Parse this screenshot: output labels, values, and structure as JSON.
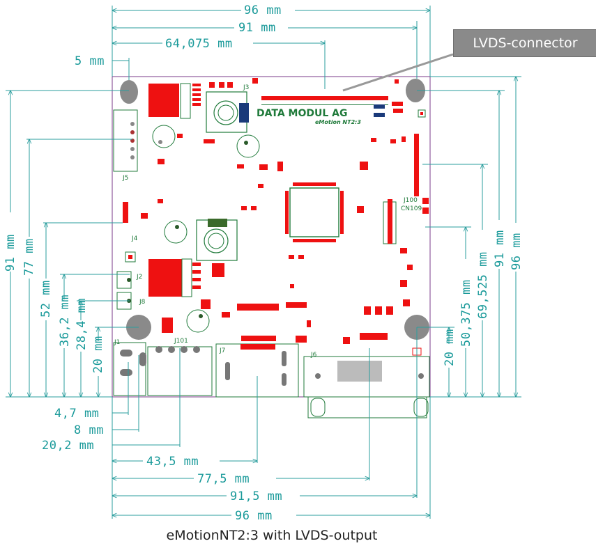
{
  "caption": "eMotionNT2:3 with LVDS-output",
  "callout": "LVDS-connector",
  "board": {
    "company": "DATA MODUL AG",
    "product": "eMotion NT2:3",
    "labels": {
      "j1": "J1",
      "j2": "J2",
      "j3": "J3",
      "j4": "J4",
      "j5": "J5",
      "j6": "J6",
      "j7": "J7",
      "j8": "J8",
      "j100": "J100",
      "j101": "J101",
      "cn109": "CN109"
    }
  },
  "dimensions": {
    "top": {
      "d96": "96 mm",
      "d91": "91 mm",
      "d64": "64,075 mm",
      "d5": "5 mm"
    },
    "left": {
      "d91": "91 mm",
      "d77": "77 mm",
      "d52": "52 mm",
      "d36": "36,2 mm",
      "d28": "28,4 mm",
      "d20": "20 mm"
    },
    "right": {
      "d96": "96 mm",
      "d91": "91 mm",
      "d69": "69,525 mm",
      "d50": "50,375 mm",
      "d20": "20 mm"
    },
    "bottom": {
      "d4": "4,7 mm",
      "d8": "8 mm",
      "d20": "20,2 mm",
      "d43": "43,5 mm",
      "d77": "77,5 mm",
      "d91": "91,5 mm",
      "d96": "96 mm"
    }
  },
  "colors": {
    "dimension": "#1a9a9a",
    "board_outline": "#2e8b3c",
    "component_red": "#ee1111",
    "callout_bg": "#8a8a8a"
  }
}
